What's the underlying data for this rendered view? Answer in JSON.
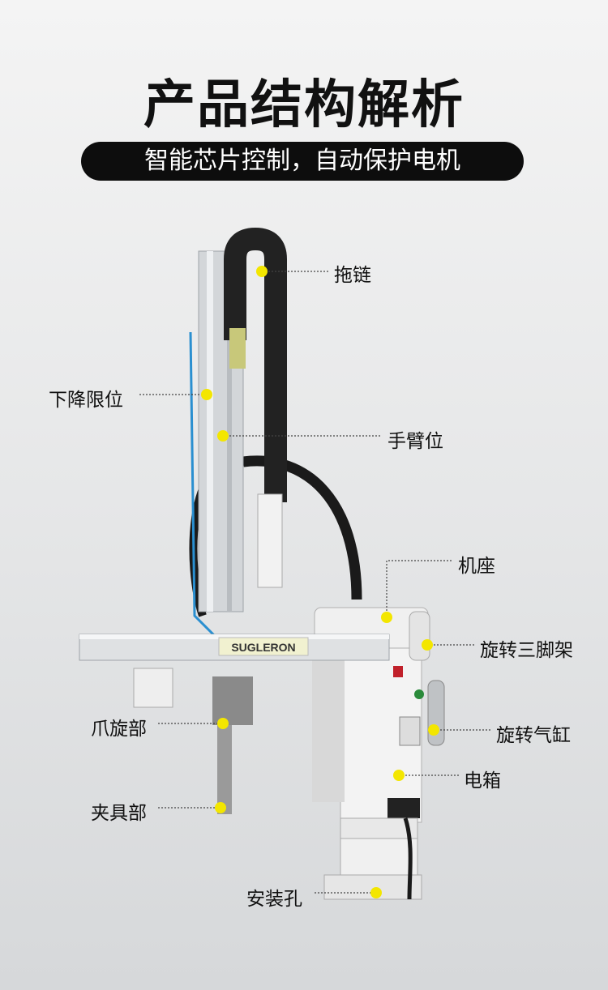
{
  "title": "产品结构解析",
  "subtitle": "智能芯片控制，自动保护电机",
  "brand": "SUGLERON",
  "accent_color": "#f3e600",
  "labels": {
    "drag_chain": "拖链",
    "descent_limit": "下降限位",
    "arm_position": "手臂位",
    "base": "机座",
    "rotating_tripod": "旋转三脚架",
    "claw_rotation": "爪旋部",
    "rotary_cylinder": "旋转气缸",
    "electric_box": "电箱",
    "fixture": "夹具部",
    "mounting_hole": "安装孔"
  }
}
